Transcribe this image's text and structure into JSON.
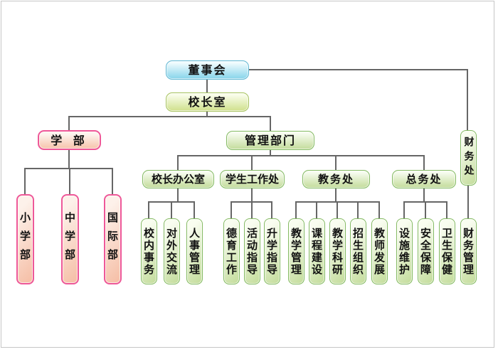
{
  "org": {
    "board": "董事会",
    "principal_office": "校长室",
    "academics": {
      "label": "学 部",
      "children": [
        "小学部",
        "中学部",
        "国际部"
      ]
    },
    "management": {
      "label": "管理部门",
      "departments": [
        {
          "label": "校长办公室",
          "children": [
            "校内事务",
            "对外交流",
            "人事管理"
          ]
        },
        {
          "label": "学生工作处",
          "children": [
            "德育工作",
            "活动指导",
            "升学指导"
          ]
        },
        {
          "label": "教务处",
          "children": [
            "教学管理",
            "课程建设",
            "教学科研",
            "招生组织",
            "教师发展"
          ]
        },
        {
          "label": "总务处",
          "children": [
            "设施维护",
            "安全保障",
            "卫生保健"
          ]
        }
      ]
    },
    "finance": {
      "label": "财务处",
      "children": [
        "财务管理"
      ]
    }
  },
  "colors": {
    "board_border": "#5fb6d2",
    "board_fill": "#86d4ea",
    "principal_border": "#a6c25e",
    "principal_fill": "#cfe08c",
    "green_border": "#84ba62",
    "green_fill": "#c3dc9b",
    "pink_border": "#ee5898",
    "pink_fill": "#f6c3ab",
    "connector": "#666666"
  }
}
